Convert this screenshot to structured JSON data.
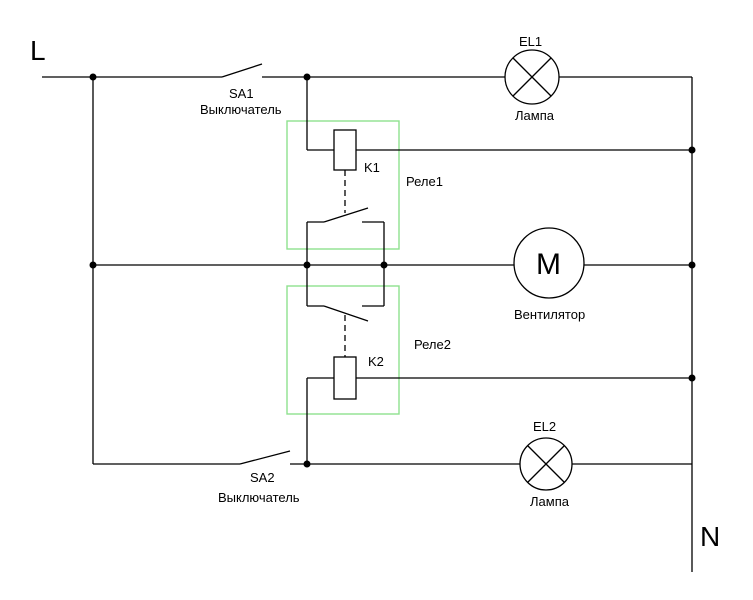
{
  "terminals": {
    "line": "L",
    "neutral": "N"
  },
  "switches": [
    {
      "id": "SA1",
      "caption": "Выключатель"
    },
    {
      "id": "SA2",
      "caption": "Выключатель"
    }
  ],
  "lamps": [
    {
      "id": "EL1",
      "caption": "Лампа"
    },
    {
      "id": "EL2",
      "caption": "Лампа"
    }
  ],
  "relays": [
    {
      "coil": "K1",
      "caption": "Реле1"
    },
    {
      "coil": "K2",
      "caption": "Реле2"
    }
  ],
  "motor": {
    "symbol": "M",
    "caption": "Вентилятор"
  },
  "colors": {
    "wire": "#000000",
    "relay_box": "#8ee08e"
  }
}
